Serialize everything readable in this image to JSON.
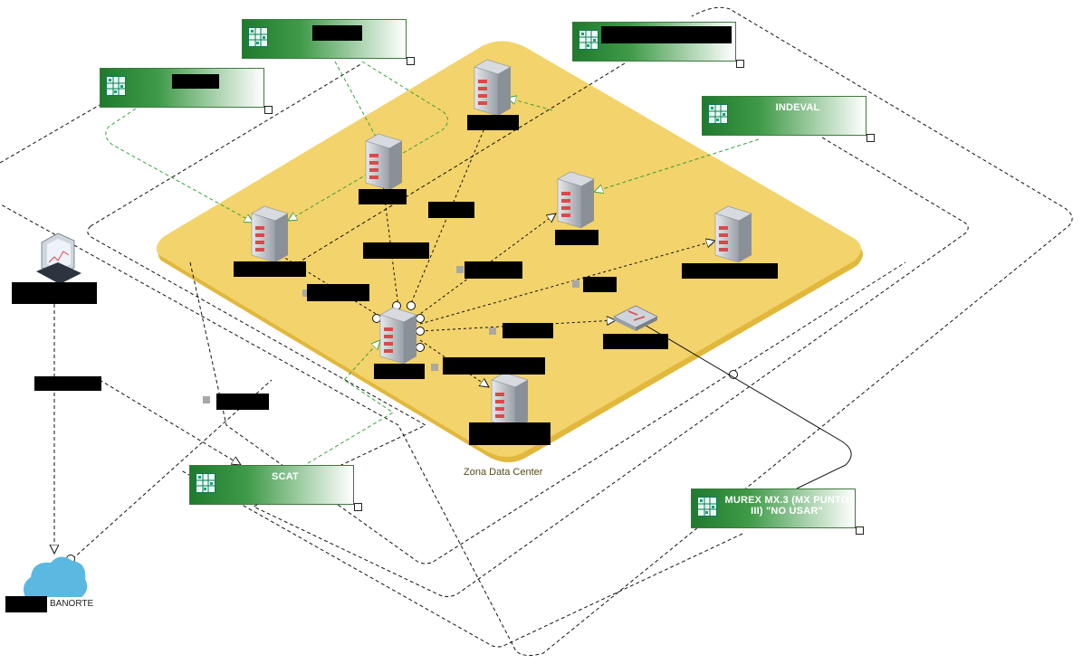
{
  "zone": {
    "label": "Zona Data Center",
    "fill": "#f3d36b",
    "edge": "#e2b83c"
  },
  "apps": [
    {
      "id": "app-1",
      "label": ""
    },
    {
      "id": "app-2",
      "label": ""
    },
    {
      "id": "app-3",
      "label": ""
    },
    {
      "id": "app-indeval",
      "label": "INDEVAL"
    },
    {
      "id": "app-scat",
      "label": "SCAT"
    },
    {
      "id": "app-murex",
      "label": "MUREX MX.3 (MX PUNTO III) \"NO USAR\""
    }
  ],
  "cloud": {
    "label": "BANORTE",
    "color": "#5bb8e0"
  },
  "colors": {
    "app_box": "#2e8b3a",
    "server": "#b8bec6",
    "server_led": "#e05050",
    "green_link": "#3aa040",
    "black_link": "#111111"
  },
  "icons": [
    "grid-icon",
    "server-icon",
    "workstation-icon",
    "switch-icon",
    "cloud-icon"
  ]
}
